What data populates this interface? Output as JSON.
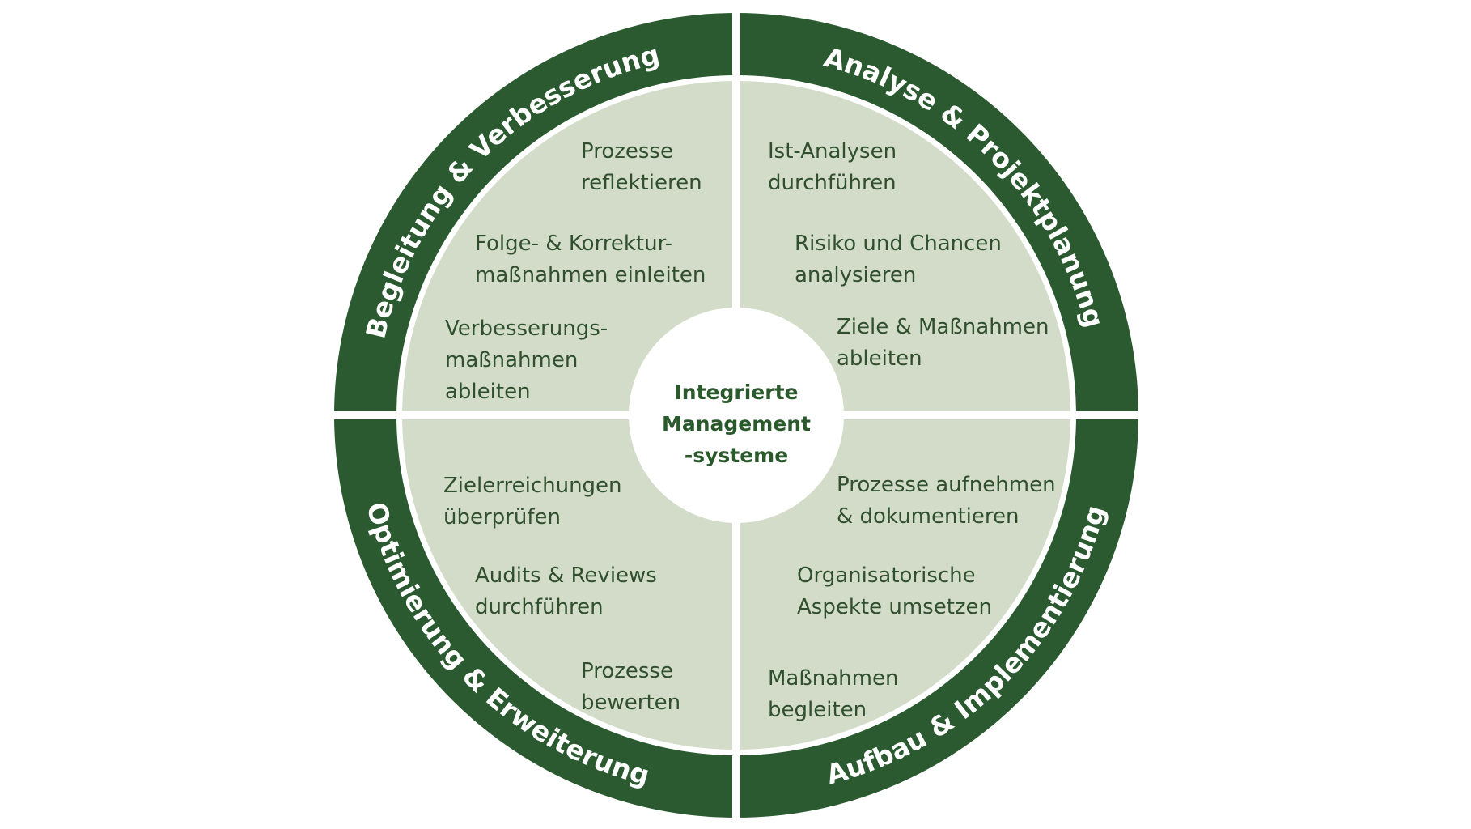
{
  "colors": {
    "ring": "#2b5a31",
    "quadrant": "#d3dcc8",
    "text": "#2f4f2f",
    "center_text": "#2a5a2c"
  },
  "center": {
    "lines": [
      "Integrierte",
      "Management",
      "-systeme"
    ]
  },
  "ring_labels": {
    "top_left": "Begleitung & Verbesserung",
    "top_right": "Analyse & Projektplanung",
    "bottom_left": "Optimierung & Erweiterung",
    "bottom_right": "Aufbau & Implementierung"
  },
  "quadrants": {
    "top_left": [
      [
        "Prozesse",
        "reflektieren"
      ],
      [
        "Folge- & Korrektur-",
        "maßnahmen einleiten"
      ],
      [
        "Verbesserungs-",
        "maßnahmen",
        "ableiten"
      ]
    ],
    "top_right": [
      [
        "Ist-Analysen",
        "durchführen"
      ],
      [
        "Risiko und Chancen",
        "analysieren"
      ],
      [
        "Ziele & Maßnahmen",
        "ableiten"
      ]
    ],
    "bottom_left": [
      [
        "Zielerreichungen",
        "überprüfen"
      ],
      [
        "Audits & Reviews",
        "durchführen"
      ],
      [
        "Prozesse",
        "bewerten"
      ]
    ],
    "bottom_right": [
      [
        "Prozesse aufnehmen",
        "& dokumentieren"
      ],
      [
        "Organisatorische",
        "Aspekte umsetzen"
      ],
      [
        "Maßnahmen",
        "begleiten"
      ]
    ]
  }
}
